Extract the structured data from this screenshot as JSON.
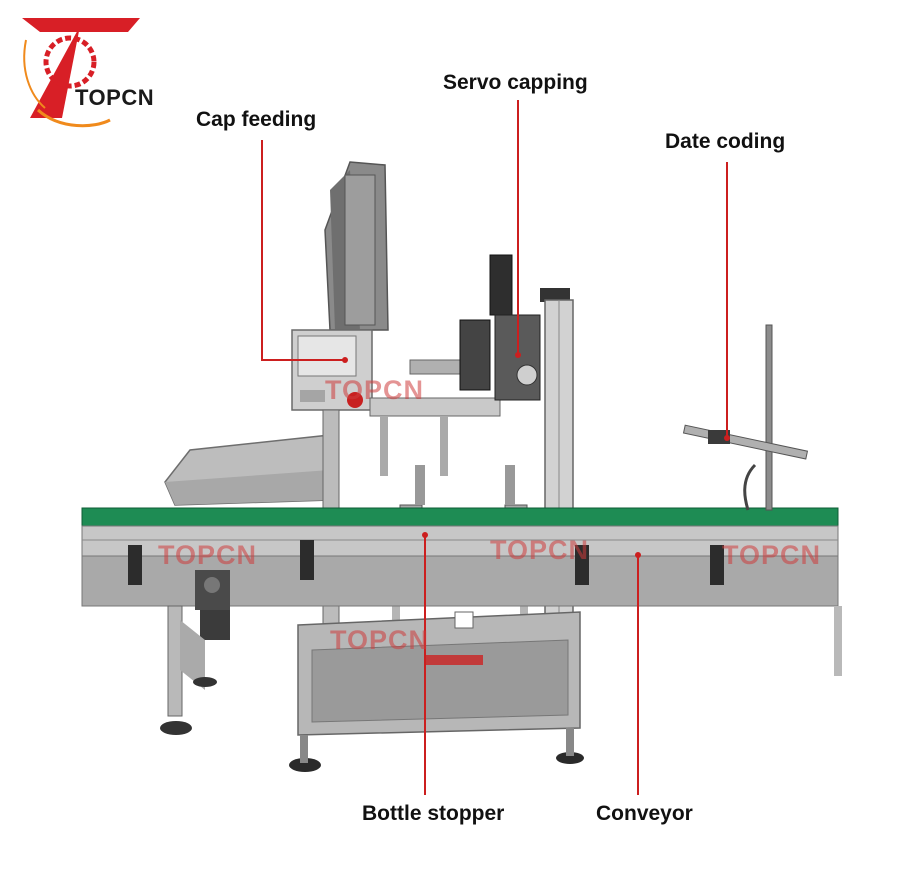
{
  "brand": {
    "name": "TOPCN",
    "logo_colors": [
      "#d81f26",
      "#f08a1c"
    ]
  },
  "labels": {
    "cap_feeding": "Cap feeding",
    "servo_capping": "Servo capping",
    "date_coding": "Date coding",
    "bottle_stopper": "Bottle stopper",
    "conveyor": "Conveyor"
  },
  "watermark": "TOPCN",
  "colors": {
    "leader_line": "#cc1f1f",
    "conveyor_belt": "#1e8c54",
    "steel": "#b9b9b9",
    "panel": "#9a9a9a"
  }
}
